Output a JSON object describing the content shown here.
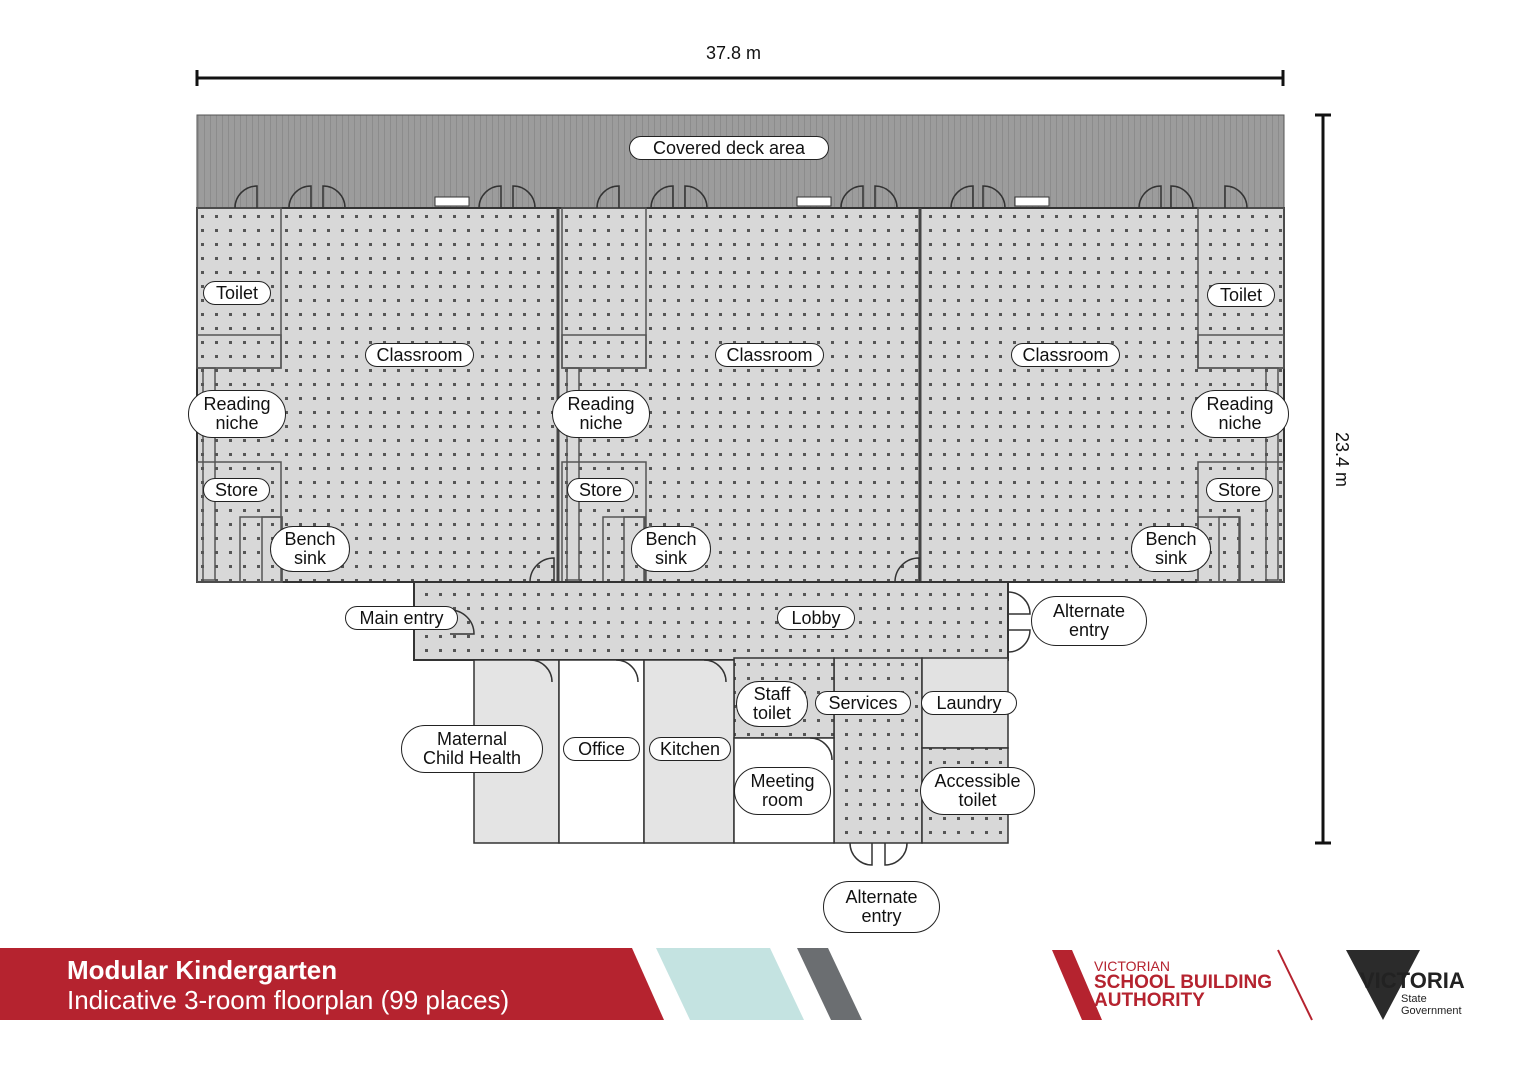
{
  "dimensions": {
    "width": "37.8 m",
    "height": "23.4 m"
  },
  "labels": {
    "covered_deck": "Covered deck area",
    "toilet": "Toilet",
    "classroom": "Classroom",
    "reading_1": "Reading",
    "reading_2": "niche",
    "store": "Store",
    "bench_1": "Bench",
    "bench_2": "sink",
    "main_entry": "Main entry",
    "lobby": "Lobby",
    "alt_entry_1": "Alternate",
    "alt_entry_2": "entry",
    "staff_toilet_1": "Staff",
    "staff_toilet_2": "toilet",
    "services": "Services",
    "laundry": "Laundry",
    "mch_1": "Maternal",
    "mch_2": "Child Health",
    "office": "Office",
    "kitchen": "Kitchen",
    "meeting_1": "Meeting",
    "meeting_2": "room",
    "accessible_1": "Accessible",
    "accessible_2": "toilet"
  },
  "banner": {
    "title": "Modular Kindergarten",
    "subtitle": "Indicative 3-room floorplan (99 places)"
  },
  "logos": {
    "vsba_line1": "VICTORIAN",
    "vsba_line2": "SCHOOL BUILDING",
    "vsba_line3": "AUTHORITY",
    "vic_name": "VICTORIA",
    "vic_sub1": "State",
    "vic_sub2": "Government"
  },
  "colors": {
    "deck": "#9a9a9a",
    "dotted_floor": "#d6d6d6",
    "plain_room": "#e4e4e4",
    "banner_red": "#b5232f",
    "stripe_teal": "#c4e3e1",
    "stripe_grey": "#6b6e71"
  }
}
